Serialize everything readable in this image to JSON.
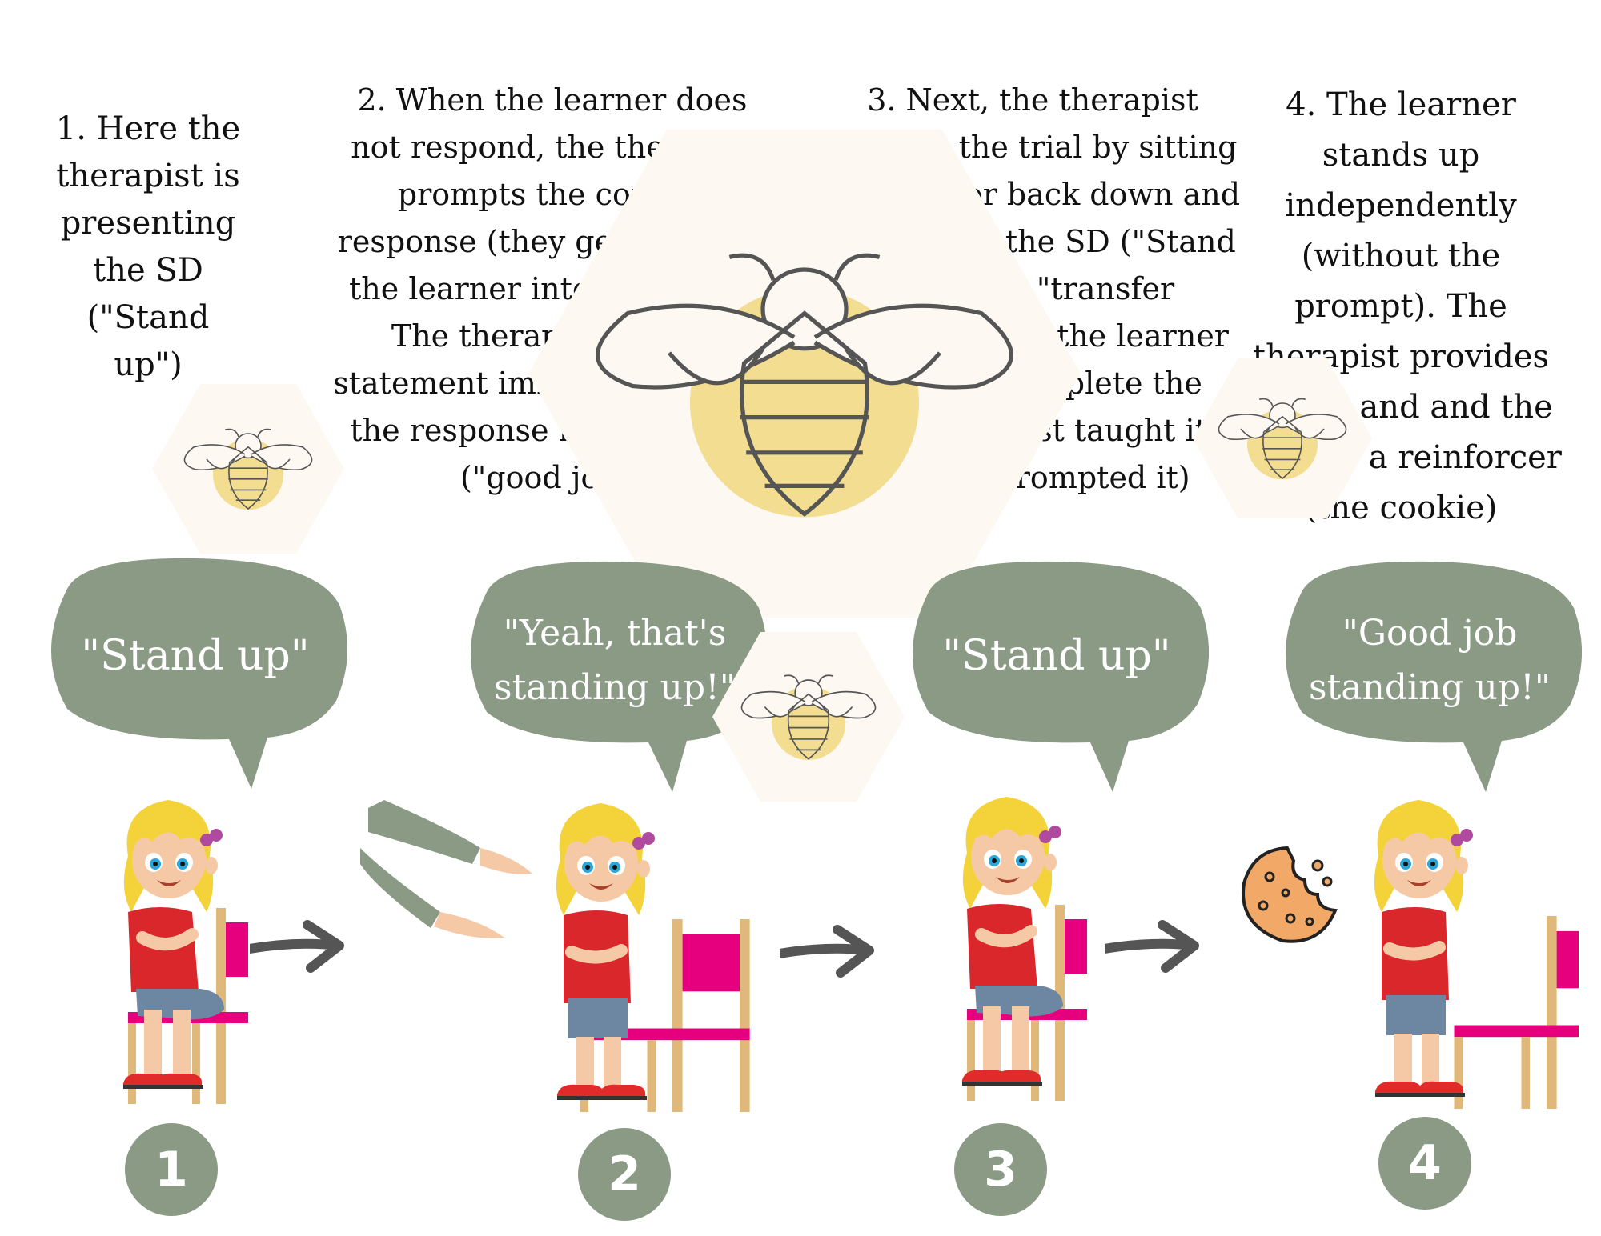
{
  "steps": [
    {
      "number": "1",
      "text_lines": [
        "1. Here the",
        "therapist is",
        "presenting",
        "the SD",
        "(\"Stand",
        "up\")"
      ],
      "bubble": [
        "\"Stand up\""
      ]
    },
    {
      "number": "2",
      "text_lines": [
        "2. When the learner does",
        "not respond, the therapist",
        "prompts the correct",
        "response (they gently guide",
        "the learner into standing).",
        "The therapist pairs a",
        "statement immediately after",
        "the response is completed",
        "(\"good job\")"
      ],
      "bubble": [
        "\"Yeah, that's",
        "standing up!\""
      ]
    },
    {
      "number": "3",
      "text_lines": [
        "3. Next, the therapist",
        "restarts the trial by sitting",
        "the learner back down and",
        "presenting the SD (\"Stand",
        "up\") as a \"transfer",
        "trial\" to see if the learner",
        "can now complete the",
        "skill they just taught it",
        "(or just prompted it)"
      ],
      "bubble": [
        "\"Stand up\""
      ]
    },
    {
      "number": "4",
      "text_lines": [
        "4. The learner",
        "stands up",
        "independently",
        "(without the",
        "prompt). The",
        "therapist provides",
        "praise and and the",
        "learner a reinforcer",
        "(the cookie)"
      ],
      "bubble": [
        "\"Good job",
        "standing up!\""
      ]
    }
  ],
  "colors": {
    "bubble": "#8a9a84",
    "hex_fill": "#fdf8f1",
    "bee_circle": "#f2dd90",
    "chair_seat": "#e6007e",
    "chair_wood": "#e0b87a",
    "arrow": "#555555"
  },
  "icons": [
    "bee-hexagon-icon",
    "girl-sitting-icon",
    "girl-standing-icon",
    "right-arrow-icon",
    "prompting-arms-icon",
    "cookie-icon"
  ]
}
